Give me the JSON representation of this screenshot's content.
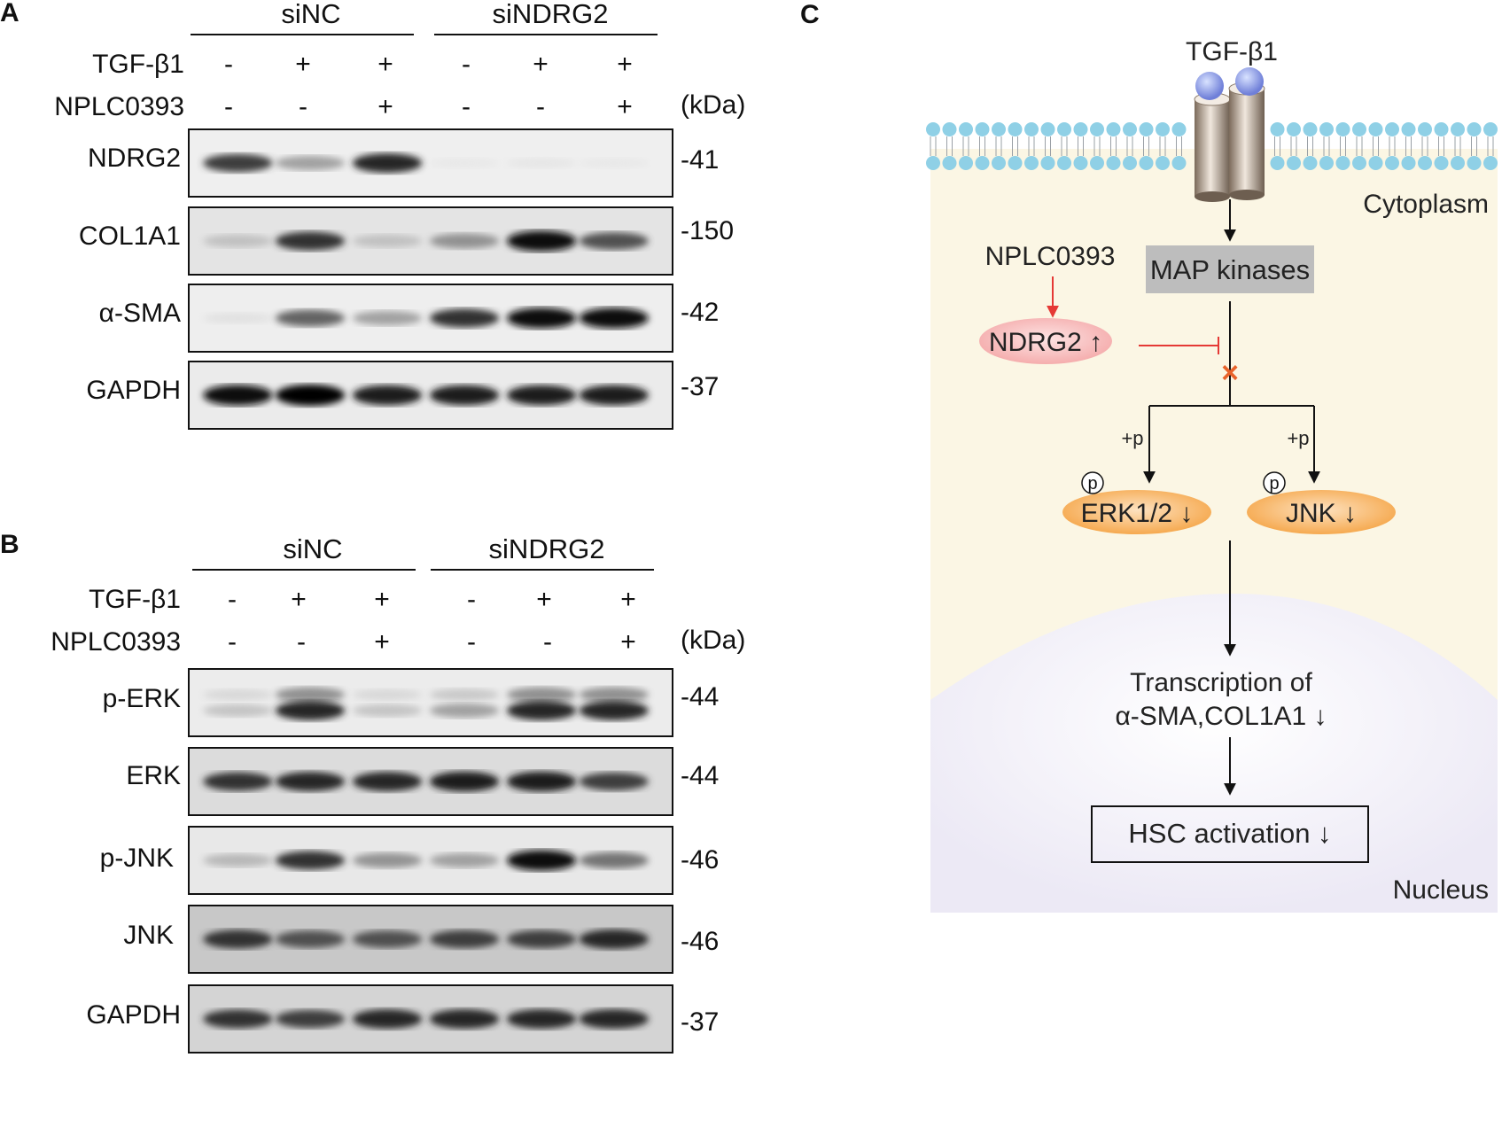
{
  "panelA": {
    "label": "A",
    "groups": [
      "siNC",
      "siNDRG2"
    ],
    "treatments": [
      {
        "name": "TGF-β1",
        "signs": [
          "-",
          "+",
          "+",
          "-",
          "+",
          "+"
        ]
      },
      {
        "name": "NPLC0393",
        "signs": [
          "-",
          "-",
          "+",
          "-",
          "-",
          "+"
        ]
      }
    ],
    "unit": "(kDa)",
    "blots": [
      {
        "name": "NDRG2",
        "mw": "-41",
        "intensity": [
          0.75,
          0.45,
          0.85,
          0.06,
          0.08,
          0.06
        ]
      },
      {
        "name": "COL1A1",
        "mw": "-150",
        "intensity": [
          0.3,
          0.8,
          0.3,
          0.5,
          0.95,
          0.7
        ]
      },
      {
        "name": "α-SMA",
        "mw": "-42",
        "intensity": [
          0.12,
          0.65,
          0.45,
          0.8,
          0.95,
          0.95
        ]
      },
      {
        "name": "GAPDH",
        "mw": "-37",
        "intensity": [
          0.95,
          1.0,
          0.9,
          0.9,
          0.9,
          0.9
        ]
      }
    ]
  },
  "panelB": {
    "label": "B",
    "groups": [
      "siNC",
      "siNDRG2"
    ],
    "treatments": [
      {
        "name": "TGF-β1",
        "signs": [
          "-",
          "+",
          "+",
          "-",
          "+",
          "+"
        ]
      },
      {
        "name": "NPLC0393",
        "signs": [
          "-",
          "-",
          "+",
          "-",
          "-",
          "+"
        ]
      }
    ],
    "unit": "(kDa)",
    "blots": [
      {
        "name": "p-ERK",
        "mw": "-44",
        "intensity": [
          0.3,
          0.85,
          0.3,
          0.45,
          0.85,
          0.85
        ]
      },
      {
        "name": "ERK",
        "mw": "-44",
        "intensity": [
          0.8,
          0.85,
          0.85,
          0.9,
          0.9,
          0.75
        ]
      },
      {
        "name": "p-JNK",
        "mw": "-46",
        "intensity": [
          0.35,
          0.8,
          0.5,
          0.45,
          0.95,
          0.6
        ]
      },
      {
        "name": "JNK",
        "mw": "-46",
        "intensity": [
          0.8,
          0.7,
          0.7,
          0.75,
          0.75,
          0.85
        ]
      },
      {
        "name": "GAPDH",
        "mw": "-37",
        "intensity": [
          0.8,
          0.75,
          0.85,
          0.85,
          0.85,
          0.85
        ]
      }
    ]
  },
  "panelC": {
    "label": "C",
    "ligand": "TGF-β1",
    "cytoplasm": "Cytoplasm",
    "nucleus": "Nucleus",
    "drug": "NPLC0393",
    "map_kinases": "MAP kinases",
    "ndrg2": "NDRG2 ↑",
    "phos_left": "+p",
    "phos_right": "+p",
    "p_symbol": "p",
    "erk": "ERK1/2 ↓",
    "jnk": "JNK ↓",
    "transcription_line1": "Transcription of",
    "transcription_line2": "α-SMA,COL1A1 ↓",
    "hsc": "HSC activation ↓",
    "inhibit_mark": "×",
    "colors": {
      "cytoplasm_bg": "#fbf6e4",
      "nucleus_bg": "#ece9f5",
      "membrane_head": "#8fd0e6",
      "map_box": "#bdbdbd",
      "ndrg2_fill": "#f4a8a8",
      "kinase_fill": "#f5a445",
      "drug_arrow": "#e53935",
      "inhibit": "#e8622a"
    }
  }
}
